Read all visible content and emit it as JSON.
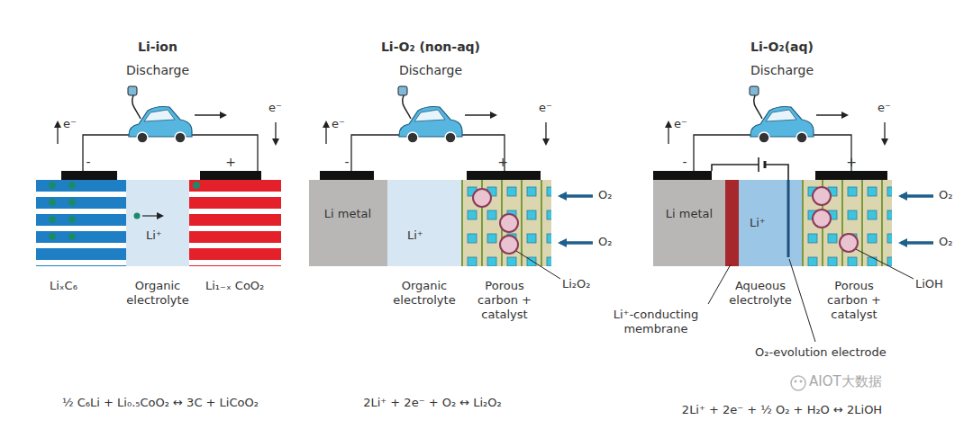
{
  "diagram": {
    "nodes": [
      {
        "text": [
          "LiₓC₆"
        ]
      },
      {
        "text": [
          "Li⁺",
          "Organic electrolyte"
        ]
      },
      {
        "text": [
          "Li₁₋ₓ CoO₂"
        ]
      },
      {
        "text": [
          "Li metal"
        ]
      },
      {
        "text": [
          "Li⁺",
          "Organic electrolyte"
        ]
      },
      {
        "text": [
          "Porous carbon + catalyst"
        ]
      },
      {
        "text": [
          "Li metal"
        ]
      },
      {
        "text": [
          "Li⁺",
          "Aqueous electrolyte"
        ]
      },
      {
        "text": [
          "Porous carbon + catalyst"
        ]
      }
    ],
    "labels": [
      "Li-ion",
      "Discharge",
      "e⁻",
      "-",
      "+",
      "e⁻",
      "½ C₆Li + Li₀.₅CoO₂ ↔ 3C + LiCoO₂",
      "Li-O₂ (non-aq)",
      "Discharge",
      "e⁻",
      "-",
      "+",
      "e⁻",
      "O₂",
      "O₂",
      "Li₂O₂",
      "2Li⁺ + 2e⁻ + O₂ ↔ Li₂O₂",
      "Li-O₂(aq)",
      "Discharge",
      "e⁻",
      "-",
      "+",
      "e⁻",
      "O₂",
      "O₂",
      "LiOH",
      "Li⁺-conducting membrane",
      "O₂-evolution electrode",
      "2Li⁺ + 2e⁻ + ½ O₂ + H₂O ↔ 2LiOH",
      "AIOT大数据"
    ]
  }
}
